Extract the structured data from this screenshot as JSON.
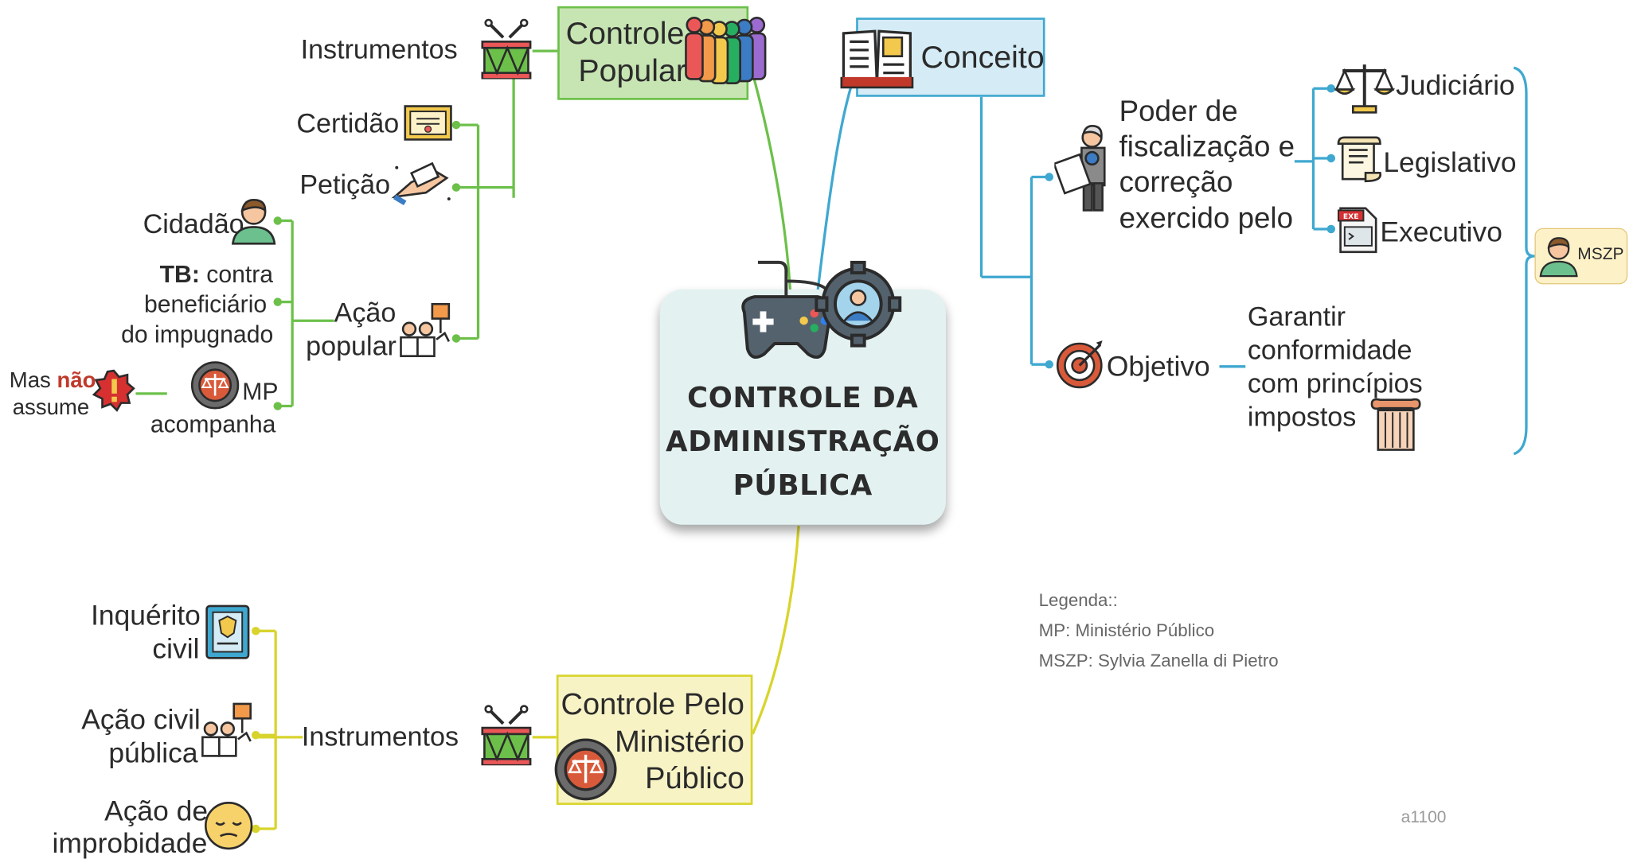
{
  "center": {
    "title_l1": "CONTROLE DA",
    "title_l2": "ADMINISTRAÇÃO",
    "title_l3": "PÚBLICA"
  },
  "controle_popular": {
    "title_l1": "Controle",
    "title_l2": "Popular",
    "instrumentos": "Instrumentos",
    "certidao": "Certidão",
    "peticao": "Petição",
    "acao_popular_l1": "Ação",
    "acao_popular_l2": "popular",
    "cidadao": "Cidadão",
    "tb_bold": "TB:",
    "tb_l1": "contra",
    "tb_l2": "beneficiário",
    "tb_l3": "do impugnado",
    "mp_l1": "MP",
    "mp_l2": "acompanha",
    "mas": "Mas",
    "nao": "não",
    "assume": "assume"
  },
  "conceito": {
    "title": "Conceito",
    "poder_l1": "Poder de",
    "poder_l2": "fiscalização e",
    "poder_l3": "correção",
    "poder_l4": "exercido pelo",
    "judiciario": "Judiciário",
    "legislativo": "Legislativo",
    "executivo": "Executivo",
    "objetivo": "Objetivo",
    "garantir_l1": "Garantir",
    "garantir_l2": "conformidade",
    "garantir_l3": "com princípios",
    "garantir_l4": "impostos",
    "mszp": "MSZP",
    "exe_label": "EXE"
  },
  "ministerio": {
    "title_l1": "Controle Pelo",
    "title_l2": "Ministério",
    "title_l3": "Público",
    "instrumentos": "Instrumentos",
    "inquerito_l1": "Inquérito",
    "inquerito_l2": "civil",
    "acao_civil_l1": "Ação civil",
    "acao_civil_l2": "pública",
    "improbidade_l1": "Ação de",
    "improbidade_l2": "improbidade"
  },
  "legend": {
    "title": "Legenda::",
    "mp": "MP: Ministério Público",
    "mszp": "MSZP: Sylvia Zanella di Pietro"
  },
  "watermark": "a1100",
  "colors": {
    "green": "#6cc04a",
    "blue": "#3fa8d0",
    "yellow": "#d8d42c",
    "center_bg": "#e3f1f1"
  }
}
